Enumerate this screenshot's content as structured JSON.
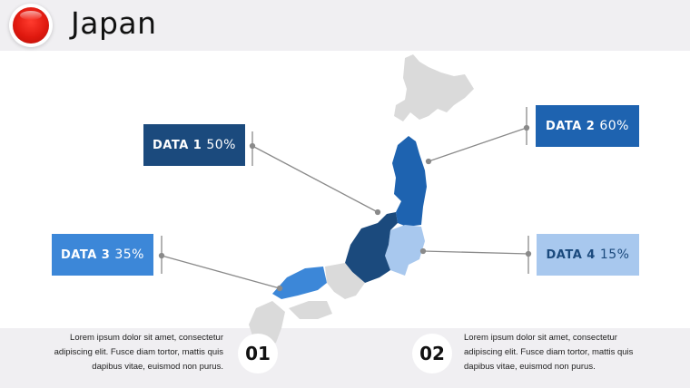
{
  "header": {
    "title": "Japan",
    "flag_icon": "japan-flag-icon"
  },
  "callouts": [
    {
      "label": "DATA 1",
      "value": "50%",
      "color": "#1b4a7d"
    },
    {
      "label": "DATA 2",
      "value": "60%",
      "color": "#1e63b0"
    },
    {
      "label": "DATA 3",
      "value": "35%",
      "color": "#3c87d8"
    },
    {
      "label": "DATA 4",
      "value": "15%",
      "color": "#a8c8ee"
    }
  ],
  "footer": {
    "items": [
      {
        "number": "01",
        "text": "Lorem ipsum dolor sit amet, consectetur adipiscing elit. Fusce diam tortor, mattis quis dapibus vitae, euismod non purus."
      },
      {
        "number": "02",
        "text": "Lorem ipsum dolor sit amet, consectetur adipiscing elit. Fusce diam tortor, mattis quis dapibus vitae, euismod non purus."
      }
    ]
  }
}
